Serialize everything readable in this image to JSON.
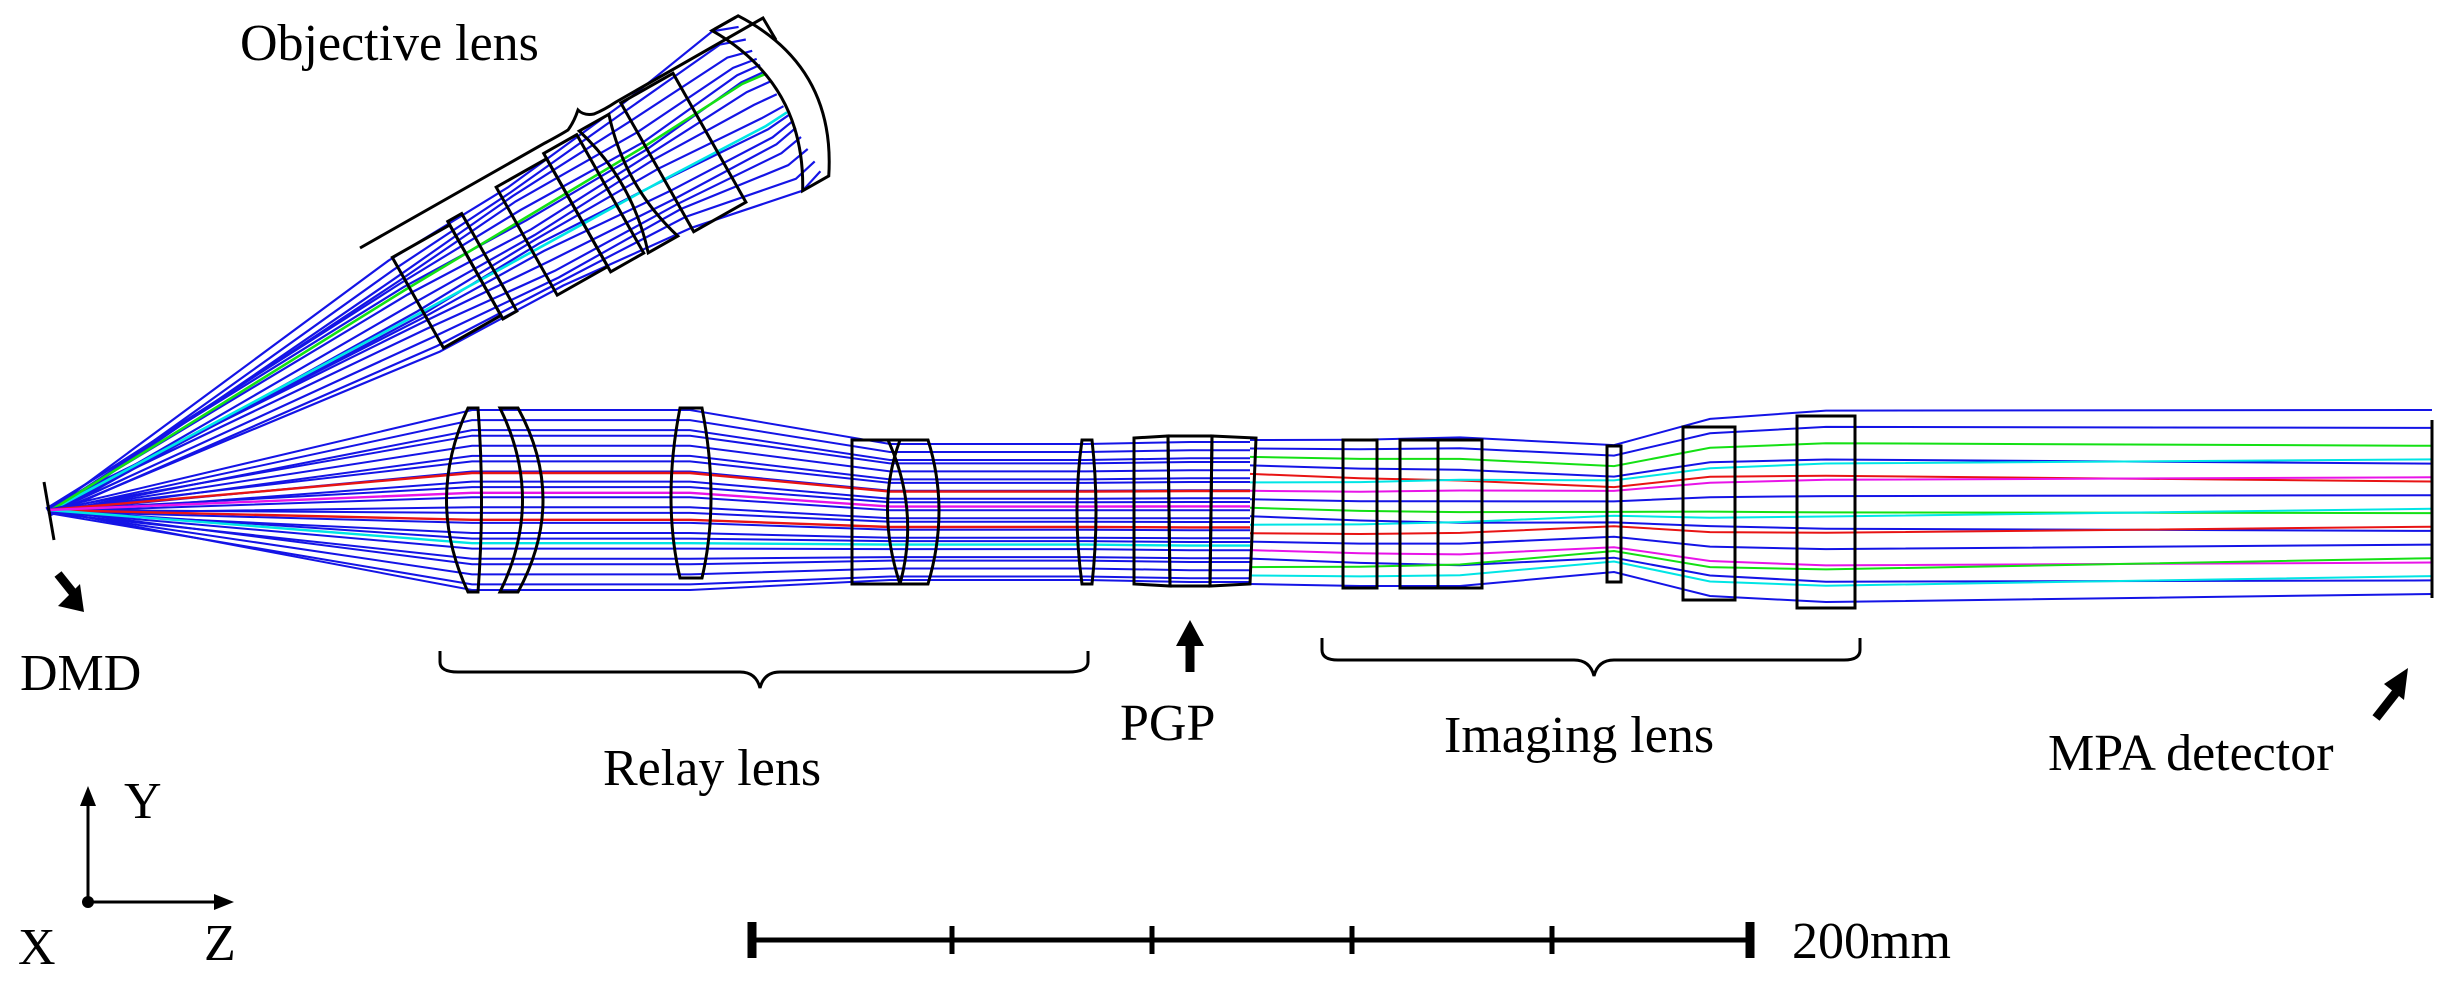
{
  "labels": {
    "objective": "Objective lens",
    "dmd": "DMD",
    "relay": "Relay lens",
    "pgp": "PGP",
    "imaging": "Imaging lens",
    "mpa": "MPA detector",
    "scale": "200mm"
  },
  "axes": {
    "y": "Y",
    "x": "X",
    "z": "Z"
  },
  "ray_colors": {
    "main": "#1414e6",
    "cyan": "#00e5e5",
    "green": "#14e014",
    "red": "#e81414",
    "magenta": "#e814e8",
    "lens": "#000000"
  }
}
